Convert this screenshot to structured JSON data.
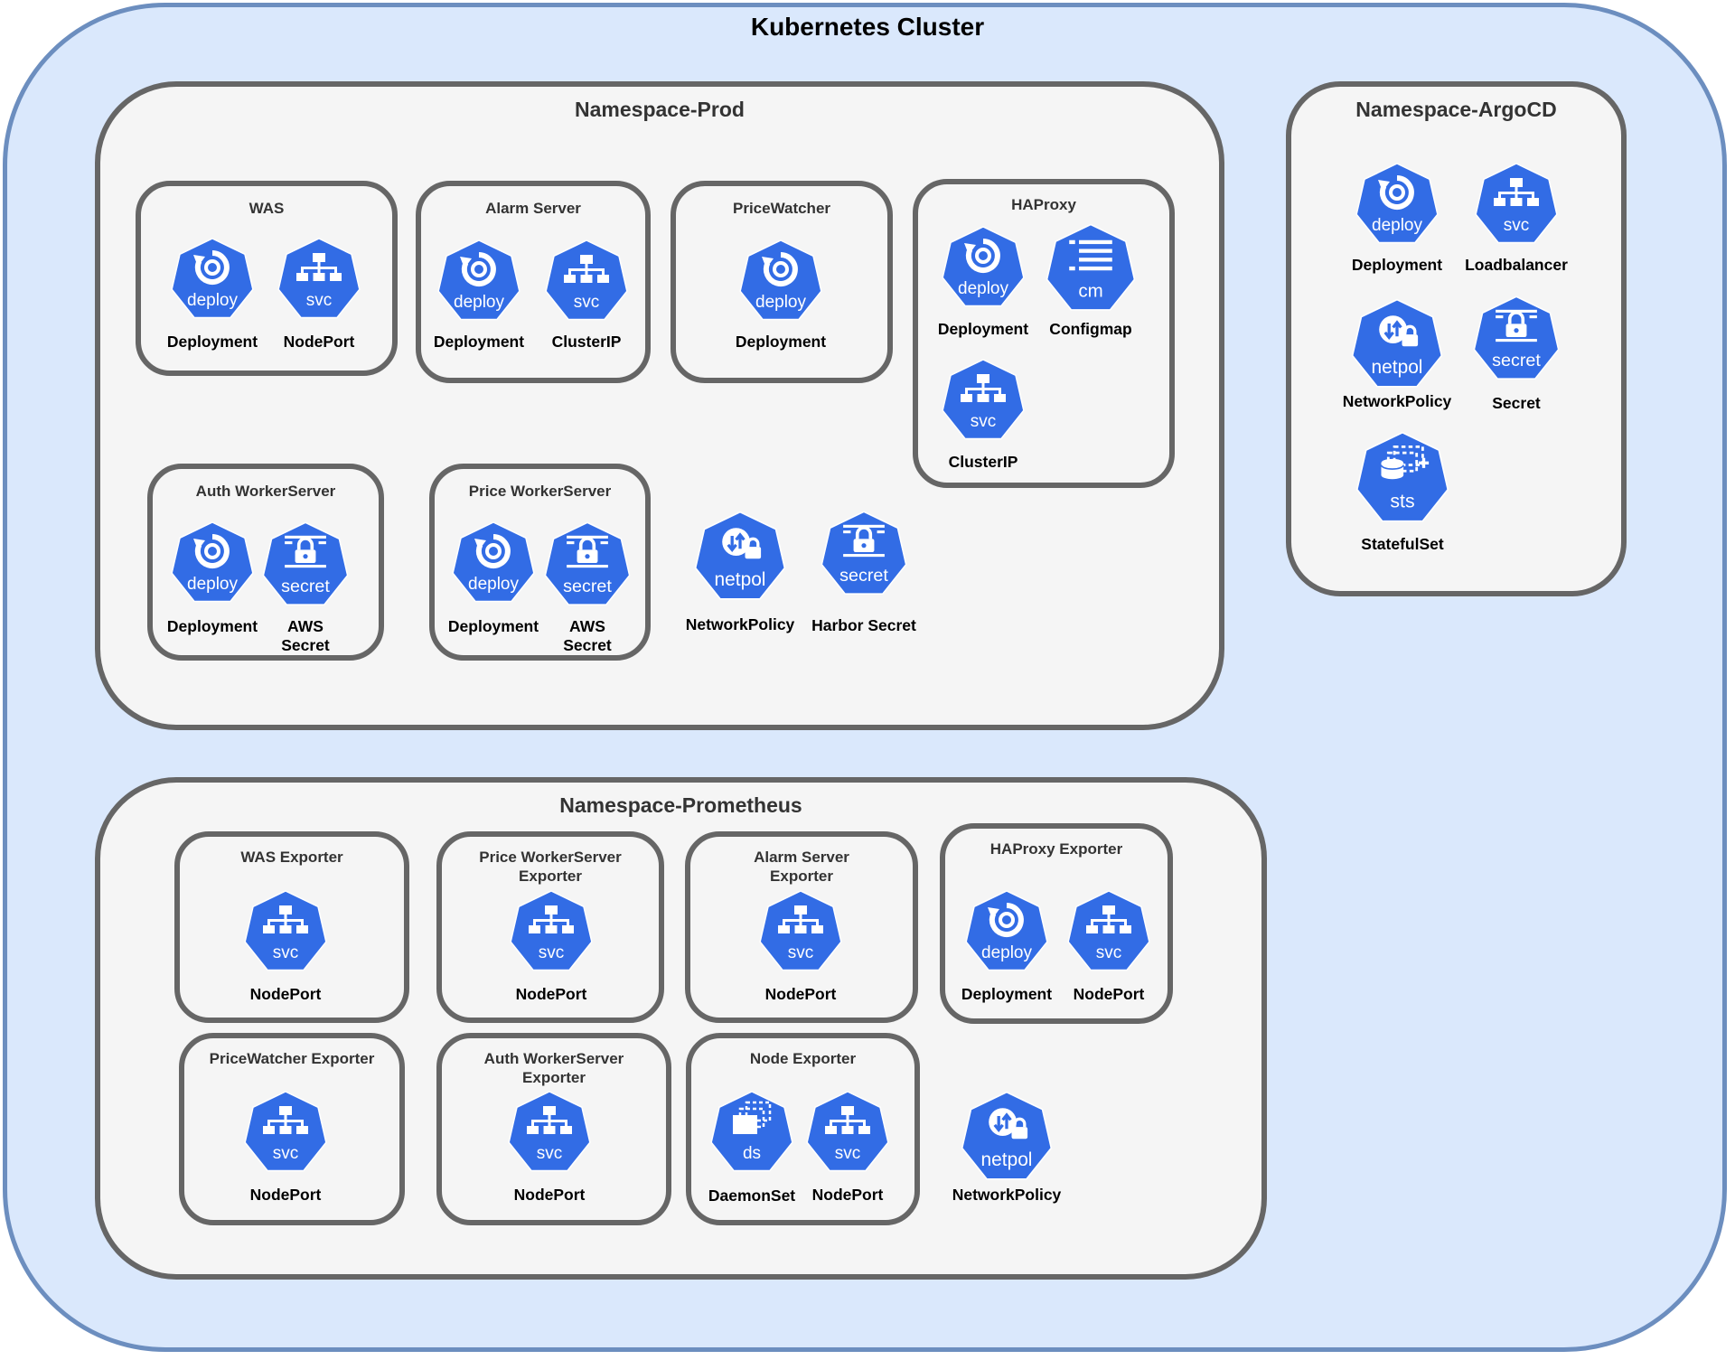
{
  "cluster": {
    "title": "Kubernetes Cluster"
  },
  "namespaces": {
    "prod": {
      "title": "Namespace-Prod"
    },
    "argocd": {
      "title": "Namespace-ArgoCD"
    },
    "prometheus": {
      "title": "Namespace-Prometheus"
    }
  },
  "groups": {
    "was": "WAS",
    "alarm": "Alarm Server",
    "pricewatcher": "PriceWatcher",
    "haproxy": "HAProxy",
    "auth": "Auth WorkerServer",
    "price": "Price WorkerServer",
    "was_exp": "WAS Exporter",
    "price_exp_1": "Price WorkerServer",
    "price_exp_2": "Exporter",
    "alarm_exp_1": "Alarm Server",
    "alarm_exp_2": "Exporter",
    "haproxy_exp": "HAProxy Exporter",
    "pw_exp": "PriceWatcher Exporter",
    "auth_exp_1": "Auth WorkerServer",
    "auth_exp_2": "Exporter",
    "node_exp": "Node Exporter"
  },
  "icons": [
    {
      "id": "was-deploy",
      "kind": "deploy",
      "text": "deploy",
      "label": "Deployment"
    },
    {
      "id": "was-svc",
      "kind": "svc",
      "text": "svc",
      "label": "NodePort"
    },
    {
      "id": "alarm-deploy",
      "kind": "deploy",
      "text": "deploy",
      "label": "Deployment"
    },
    {
      "id": "alarm-svc",
      "kind": "svc",
      "text": "svc",
      "label": "ClusterIP"
    },
    {
      "id": "pw-deploy",
      "kind": "deploy",
      "text": "deploy",
      "label": "Deployment"
    },
    {
      "id": "haproxy-deploy",
      "kind": "deploy",
      "text": "deploy",
      "label": "Deployment"
    },
    {
      "id": "haproxy-cm",
      "kind": "cm",
      "text": "cm",
      "label": "Configmap"
    },
    {
      "id": "haproxy-svc",
      "kind": "svc",
      "text": "svc",
      "label": "ClusterIP"
    },
    {
      "id": "auth-deploy",
      "kind": "deploy",
      "text": "deploy",
      "label": "Deployment"
    },
    {
      "id": "auth-secret",
      "kind": "secret",
      "text": "secret",
      "label": "AWS",
      "label2": "Secret"
    },
    {
      "id": "price-deploy",
      "kind": "deploy",
      "text": "deploy",
      "label": "Deployment"
    },
    {
      "id": "price-secret",
      "kind": "secret",
      "text": "secret",
      "label": "AWS",
      "label2": "Secret"
    },
    {
      "id": "prod-netpol",
      "kind": "netpol",
      "text": "netpol",
      "label": "NetworkPolicy"
    },
    {
      "id": "prod-harbor",
      "kind": "secret",
      "text": "secret",
      "label": "Harbor Secret"
    },
    {
      "id": "argo-deploy",
      "kind": "deploy",
      "text": "deploy",
      "label": "Deployment"
    },
    {
      "id": "argo-svc",
      "kind": "svc",
      "text": "svc",
      "label": "Loadbalancer"
    },
    {
      "id": "argo-netpol",
      "kind": "netpol",
      "text": "netpol",
      "label": "NetworkPolicy"
    },
    {
      "id": "argo-secret",
      "kind": "secret",
      "text": "secret",
      "label": "Secret"
    },
    {
      "id": "argo-sts",
      "kind": "sts",
      "text": "sts",
      "label": "StatefulSet"
    },
    {
      "id": "was-exp-svc",
      "kind": "svc",
      "text": "svc",
      "label": "NodePort"
    },
    {
      "id": "price-exp-svc",
      "kind": "svc",
      "text": "svc",
      "label": "NodePort"
    },
    {
      "id": "alarm-exp-svc",
      "kind": "svc",
      "text": "svc",
      "label": "NodePort"
    },
    {
      "id": "haproxy-exp-deploy",
      "kind": "deploy",
      "text": "deploy",
      "label": "Deployment"
    },
    {
      "id": "haproxy-exp-svc",
      "kind": "svc",
      "text": "svc",
      "label": "NodePort"
    },
    {
      "id": "pw-exp-svc",
      "kind": "svc",
      "text": "svc",
      "label": "NodePort"
    },
    {
      "id": "auth-exp-svc",
      "kind": "svc",
      "text": "svc",
      "label": "NodePort"
    },
    {
      "id": "node-exp-ds",
      "kind": "ds",
      "text": "ds",
      "label": "DaemonSet"
    },
    {
      "id": "node-exp-svc",
      "kind": "svc",
      "text": "svc",
      "label": "NodePort"
    },
    {
      "id": "prom-netpol",
      "kind": "netpol",
      "text": "netpol",
      "label": "NetworkPolicy"
    }
  ],
  "colors": {
    "icon_fill": "#326ce5",
    "icon_stroke": "#ffffff",
    "cluster_fill": "#dae8fc",
    "cluster_border": "#6c8ebf",
    "group_fill": "#f5f5f5",
    "group_border": "#666666"
  }
}
